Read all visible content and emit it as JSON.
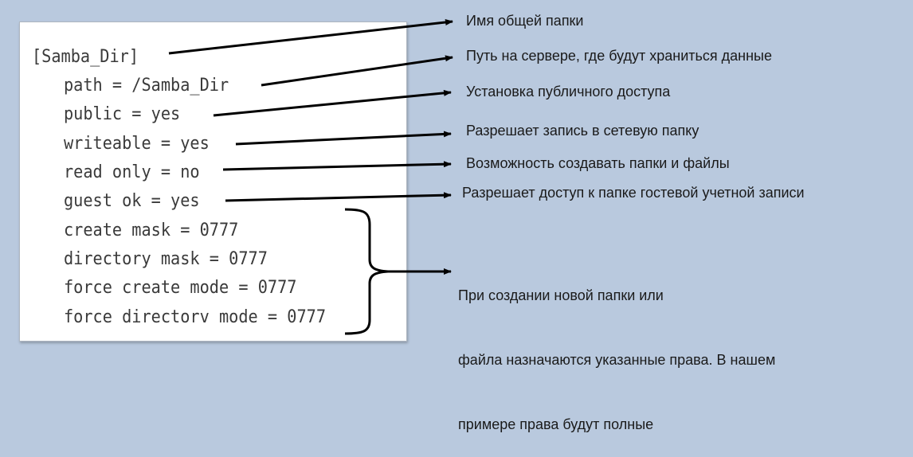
{
  "code": {
    "section": "[Samba_Dir]",
    "lines": [
      "path = /Samba_Dir",
      "public = yes",
      "writeable = yes",
      "read only = no",
      "guest ok = yes",
      "create mask = 0777",
      "directory mask = 0777",
      "force create mode = 0777",
      "force directorv mode = 0777"
    ]
  },
  "annotations": [
    "Имя общей папки",
    "Путь на сервере, где будут храниться данные",
    "Установка публичного доступа",
    "Разрешает запись в сетевую папку",
    "Возможность создавать папки и файлы",
    "Разрешает доступ к папке гостевой учетной записи"
  ],
  "group_note": {
    "line1": "При создании новой папки или",
    "line2": "файла назначаются указанные права. В нашем",
    "line3": "примере права будут полные"
  },
  "colors": {
    "background": "#b9c9de",
    "panel": "#ffffff",
    "arrow": "#000000",
    "code_text": "#3a3a3a"
  }
}
